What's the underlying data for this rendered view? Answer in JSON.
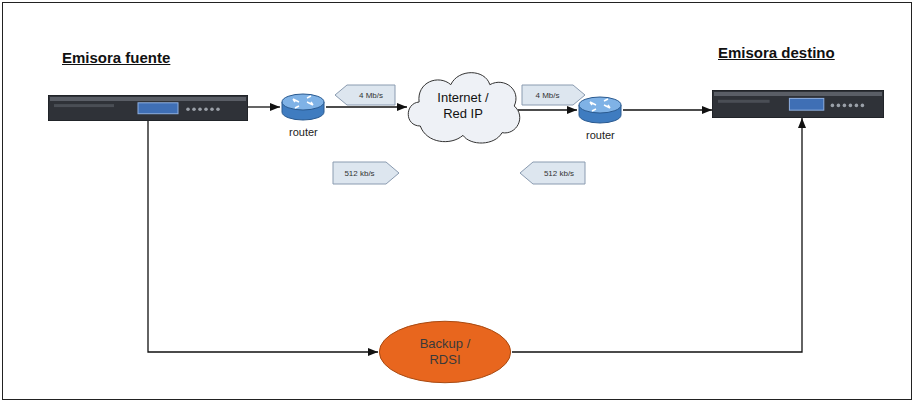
{
  "diagram": {
    "nodes": [
      {
        "text": [
          "Emisora fuente"
        ]
      },
      {
        "text": [
          "router"
        ]
      },
      {
        "text": [
          "Internet / Red IP"
        ]
      },
      {
        "text": [
          "router"
        ]
      },
      {
        "text": [
          "Emisora destino"
        ]
      },
      {
        "text": [
          "Backup / RDSI"
        ]
      }
    ],
    "edges": [
      {
        "from": 0,
        "to": 1,
        "arrow": "to"
      },
      {
        "from": 1,
        "to": 2,
        "arrow": "to"
      },
      {
        "from": 2,
        "to": 3,
        "arrow": "to"
      },
      {
        "from": 3,
        "to": 4,
        "arrow": "to"
      },
      {
        "from": 0,
        "to": 5,
        "arrow": "to"
      },
      {
        "from": 5,
        "to": 4,
        "arrow": "to"
      }
    ],
    "labels": [
      "4 Mb/s",
      "4 Mb/s",
      "512 kb/s",
      "512 kb/s"
    ]
  }
}
